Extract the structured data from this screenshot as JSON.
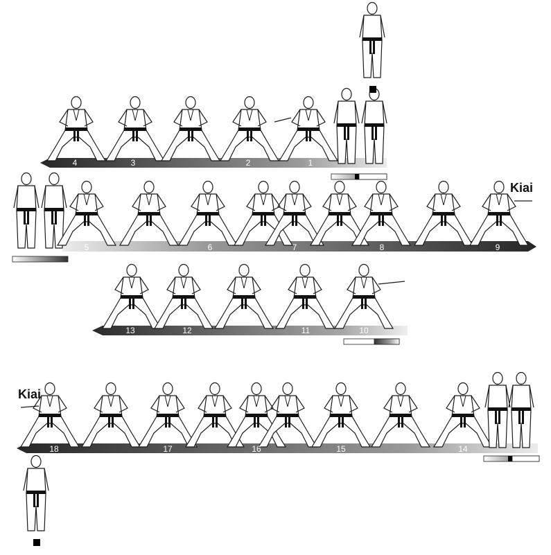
{
  "colors": {
    "dark": "#2a2a2a",
    "light": "#e6e6e6",
    "ink": "#1a1a1a",
    "belt": "#111111"
  },
  "annotations": {
    "kiai_top": "Kiai",
    "kiai_bottom": "Kiai"
  },
  "rows": [
    {
      "direction": "left",
      "steps": [
        {
          "label": "4"
        },
        {
          "label": "3"
        },
        {
          "label": "2"
        },
        {
          "label": "1"
        }
      ]
    },
    {
      "direction": "right",
      "steps": [
        {
          "label": "5"
        },
        {
          "label": "6"
        },
        {
          "label": "7"
        },
        {
          "label": "8"
        },
        {
          "label": "9"
        }
      ]
    },
    {
      "direction": "left",
      "steps": [
        {
          "label": "13"
        },
        {
          "label": "12"
        },
        {
          "label": "11"
        },
        {
          "label": "10"
        }
      ]
    },
    {
      "direction": "left",
      "steps": [
        {
          "label": "18"
        },
        {
          "label": "17"
        },
        {
          "label": "16"
        },
        {
          "label": "15"
        },
        {
          "label": "14"
        }
      ]
    }
  ]
}
